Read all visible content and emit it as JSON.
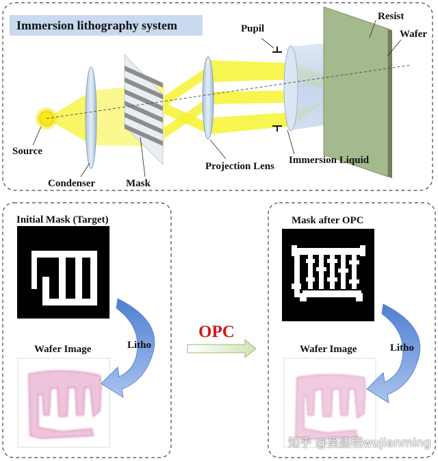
{
  "system": {
    "title": "Immersion lithography system",
    "labels": {
      "source": "Source",
      "condenser": "Condenser",
      "mask": "Mask",
      "projection_lens": "Projection Lens",
      "pupil": "Pupil",
      "immersion_liquid": "Immersion Liquid",
      "resist": "Resist",
      "wafer": "Wafer"
    }
  },
  "left_panel": {
    "mask_title": "Initial Mask (Target)",
    "litho_label": "Litho",
    "wafer_title": "Wafer Image"
  },
  "right_panel": {
    "mask_title": "Mask after OPC",
    "litho_label": "Litho",
    "wafer_title": "Wafer Image"
  },
  "opc_label": "OPC",
  "watermark": "知乎 @吴建明wujianming",
  "colors": {
    "beam": "#f5f21a",
    "title_box": "#c9d9ee",
    "opc_text": "#d31919",
    "arrow_blue": "#6f9be0",
    "resist_green": "#a4b98d",
    "wafer_pink": "#e7a9cf"
  }
}
